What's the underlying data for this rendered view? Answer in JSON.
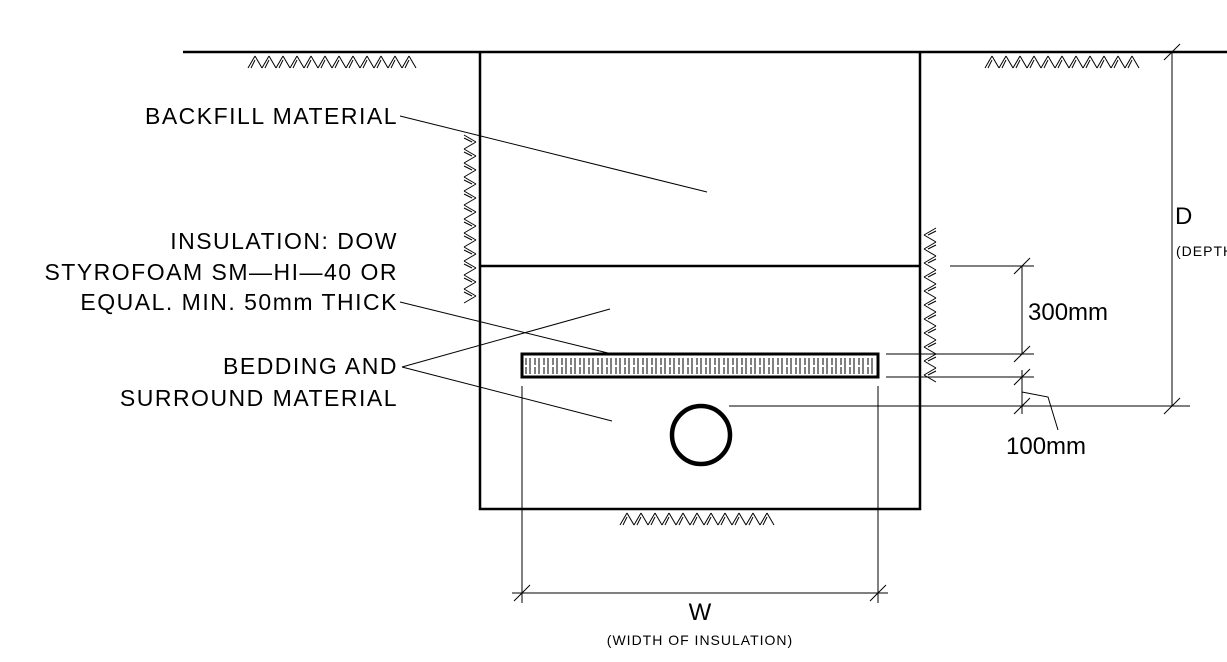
{
  "labels": {
    "backfill": "BACKFILL MATERIAL",
    "insulation_1": "INSULATION: DOW",
    "insulation_2": "STYROFOAM SM—HI—40 OR",
    "insulation_3": "EQUAL. MIN. 50mm THICK",
    "bedding_1": "BEDDING AND",
    "bedding_2": "SURROUND MATERIAL"
  },
  "dimensions": {
    "depth_symbol": "D",
    "depth_note": "(DEPTH",
    "cover_over_insulation": "300mm",
    "insulation_over_pipe": "100mm",
    "width_symbol": "W",
    "width_note": "(WIDTH OF INSULATION)"
  }
}
